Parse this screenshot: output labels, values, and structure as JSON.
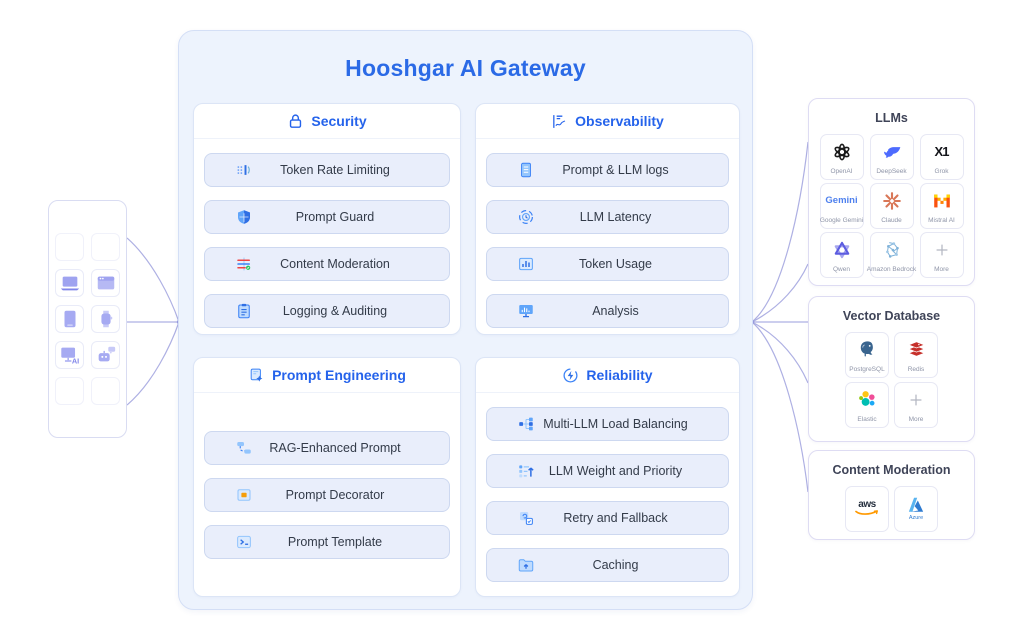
{
  "title": "Hooshgar AI Gateway",
  "gateway": {
    "sections": [
      {
        "title": "Security",
        "icon": "lock-icon",
        "items": [
          {
            "label": "Token Rate Limiting",
            "icon": "token-rate-icon"
          },
          {
            "label": "Prompt Guard",
            "icon": "shield-icon"
          },
          {
            "label": "Content Moderation",
            "icon": "moderation-filter-icon"
          },
          {
            "label": "Logging & Auditing",
            "icon": "clipboard-icon"
          }
        ]
      },
      {
        "title": "Observability",
        "icon": "line-chart-icon",
        "items": [
          {
            "label": "Prompt & LLM logs",
            "icon": "logs-note-icon"
          },
          {
            "label": "LLM Latency",
            "icon": "latency-gauge-icon"
          },
          {
            "label": "Token Usage",
            "icon": "bar-chart-icon"
          },
          {
            "label": "Analysis",
            "icon": "monitor-chart-icon"
          }
        ]
      },
      {
        "title": "Prompt Engineering",
        "icon": "magic-document-icon",
        "items": [
          {
            "label": "RAG-Enhanced Prompt",
            "icon": "flow-nodes-icon"
          },
          {
            "label": "Prompt Decorator",
            "icon": "decorator-frame-icon"
          },
          {
            "label": "Prompt Template",
            "icon": "terminal-icon"
          }
        ]
      },
      {
        "title": "Reliability",
        "icon": "bolt-circle-icon",
        "items": [
          {
            "label": "Multi-LLM Load Balancing",
            "icon": "load-balancer-icon"
          },
          {
            "label": "LLM Weight and Priority",
            "icon": "weight-priority-icon"
          },
          {
            "label": "Retry and Fallback",
            "icon": "retry-fallback-icon"
          },
          {
            "label": "Caching",
            "icon": "cache-folder-icon"
          }
        ]
      }
    ]
  },
  "clients": {
    "tiles": [
      "laptop-icon",
      "browser-window-icon",
      "tablet-icon",
      "smartwatch-icon",
      "ai-monitor-icon",
      "chatbot-icon"
    ]
  },
  "providers": [
    {
      "title": "LLMs",
      "tiles": [
        {
          "label": "OpenAI",
          "icon": "openai-logo"
        },
        {
          "label": "DeepSeek",
          "icon": "deepseek-logo"
        },
        {
          "label": "Grok",
          "icon": "grok-logo"
        },
        {
          "label": "Google Gemini",
          "icon": "gemini-logo"
        },
        {
          "label": "Claude",
          "icon": "claude-logo"
        },
        {
          "label": "Mistral AI",
          "icon": "mistral-logo"
        },
        {
          "label": "Qwen",
          "icon": "qwen-logo"
        },
        {
          "label": "Amazon Bedrock",
          "icon": "bedrock-logo"
        },
        {
          "label": "More",
          "icon": "plus-icon"
        }
      ]
    },
    {
      "title": "Vector Database",
      "tiles": [
        {
          "label": "PostgreSQL",
          "icon": "postgresql-logo"
        },
        {
          "label": "Redis",
          "icon": "redis-logo"
        },
        {
          "label": "Elastic",
          "icon": "elastic-logo"
        },
        {
          "label": "More",
          "icon": "plus-icon"
        }
      ]
    },
    {
      "title": "Content Moderation",
      "tiles": [
        {
          "label": "AWS",
          "icon": "aws-logo"
        },
        {
          "label": "Azure",
          "icon": "azure-logo"
        }
      ]
    }
  ],
  "logo_text": {
    "gemini": "Gemini",
    "grok": "X1",
    "aws": "aws",
    "azure": "Azure",
    "ai_monitor": "AI"
  },
  "colors": {
    "accent_blue": "#2563eb",
    "title_blue": "#2b6ae6",
    "gateway_bg": "#edf3fd",
    "gateway_border": "#d4dff6",
    "item_bg": "#e9eefb",
    "item_border": "#cdd8f0",
    "connector": "#aeb0e3",
    "client_icon_purple": "#9fa3f0"
  }
}
